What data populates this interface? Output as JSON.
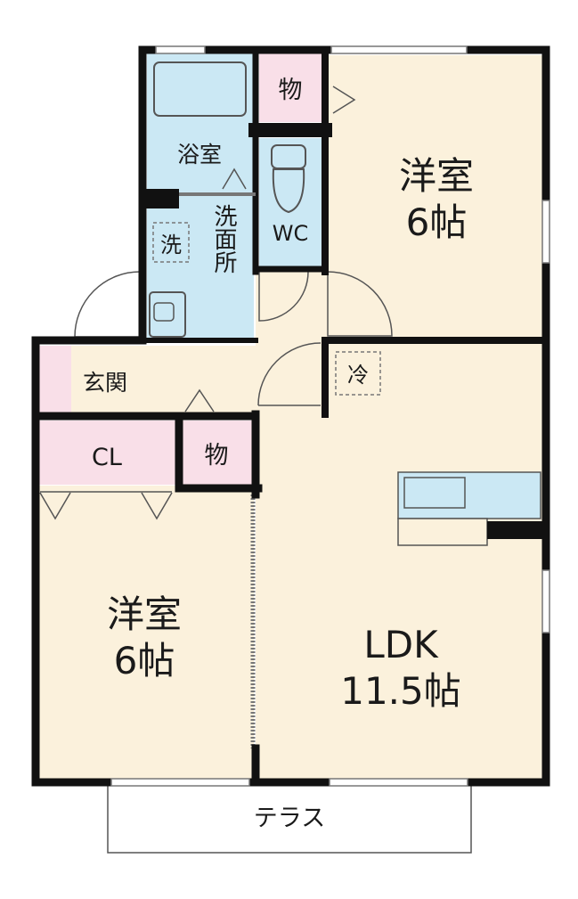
{
  "rooms": {
    "western_top": {
      "name": "洋室",
      "size": "6帖"
    },
    "western_left": {
      "name": "洋室",
      "size": "6帖"
    },
    "ldk": {
      "name": "LDK",
      "size": "11.5帖"
    },
    "bath": "浴室",
    "washroom": "洗面所",
    "washer": "洗",
    "wc": "WC",
    "storage_top": "物",
    "storage_mid": "物",
    "entrance": "玄関",
    "closet": "CL",
    "fridge": "冷",
    "terrace": "テラス"
  },
  "colors": {
    "room_fill": "#fbf1dc",
    "wet_fill": "#cbe8f4",
    "storage_fill": "#f9dfe8",
    "wall": "#111111"
  }
}
